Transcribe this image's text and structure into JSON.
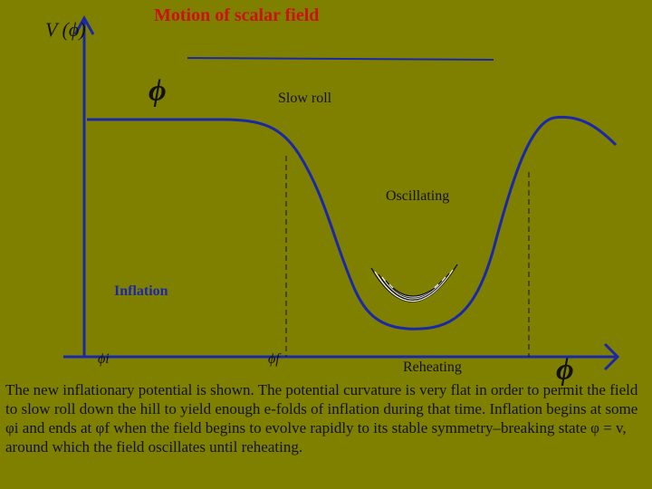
{
  "title": "Motion of scalar field",
  "y_axis_label": "V (ϕ)",
  "curve_phi_symbol": "ϕ",
  "x_axis_symbol": "ϕ",
  "labels": {
    "slow_roll": "Slow roll",
    "oscillating": "Oscillating",
    "inflation": "Inflation",
    "reheating": "Reheating"
  },
  "markers": {
    "phi_i": "ϕi",
    "phi_f": "ϕf"
  },
  "description": "The new inflationary potential is shown. The potential curvature is very flat in order to permit the field to slow roll down the hill to yield enough e-folds of inflation during that time. Inflation begins at some φi and ends at φf when the field begins to evolve rapidly to its stable symmetry–breaking state φ = v, around which the field oscillates until reheating.",
  "colors": {
    "background": "#808000",
    "curve": "#1a28a8",
    "title": "#cc1111",
    "axes": "#1a28a8"
  }
}
